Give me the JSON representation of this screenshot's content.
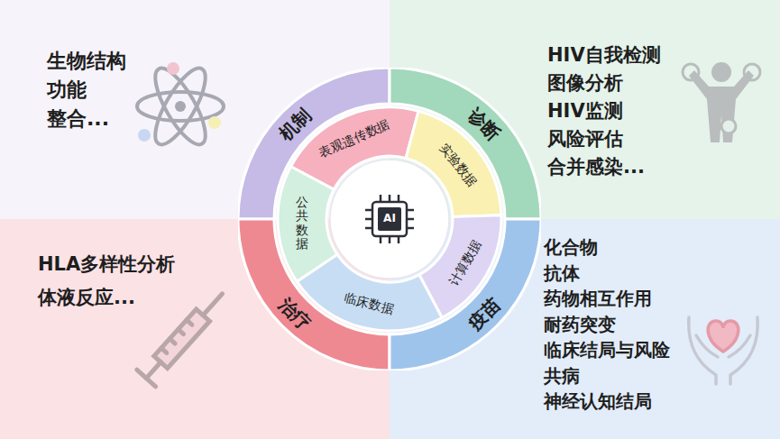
{
  "diagram": {
    "nodes": [
      {
        "text": [
          "生物结构",
          "功能",
          "整合..."
        ]
      },
      {
        "text": [
          "HIV自我检测",
          "图像分析",
          "HIV监测",
          "风险评估",
          "合并感染..."
        ]
      },
      {
        "text": [
          "HLA多样性分析",
          "体液反应..."
        ]
      },
      {
        "text": [
          "化合物",
          "抗体",
          "药物相互作用",
          "耐药突变",
          "临床结局与风险",
          "共病",
          "神经认知结局"
        ]
      },
      {
        "text": [
          "机制"
        ]
      },
      {
        "text": [
          "诊断"
        ]
      },
      {
        "text": [
          "治疗"
        ]
      },
      {
        "text": [
          "疫苗"
        ]
      },
      {
        "text": [
          "表观遗传数据"
        ]
      },
      {
        "text": [
          "实验数据"
        ]
      },
      {
        "text": [
          "计算数据"
        ]
      },
      {
        "text": [
          "临床数据"
        ]
      },
      {
        "text": [
          "公共数据"
        ]
      },
      {
        "text": [
          "AI"
        ]
      }
    ]
  }
}
